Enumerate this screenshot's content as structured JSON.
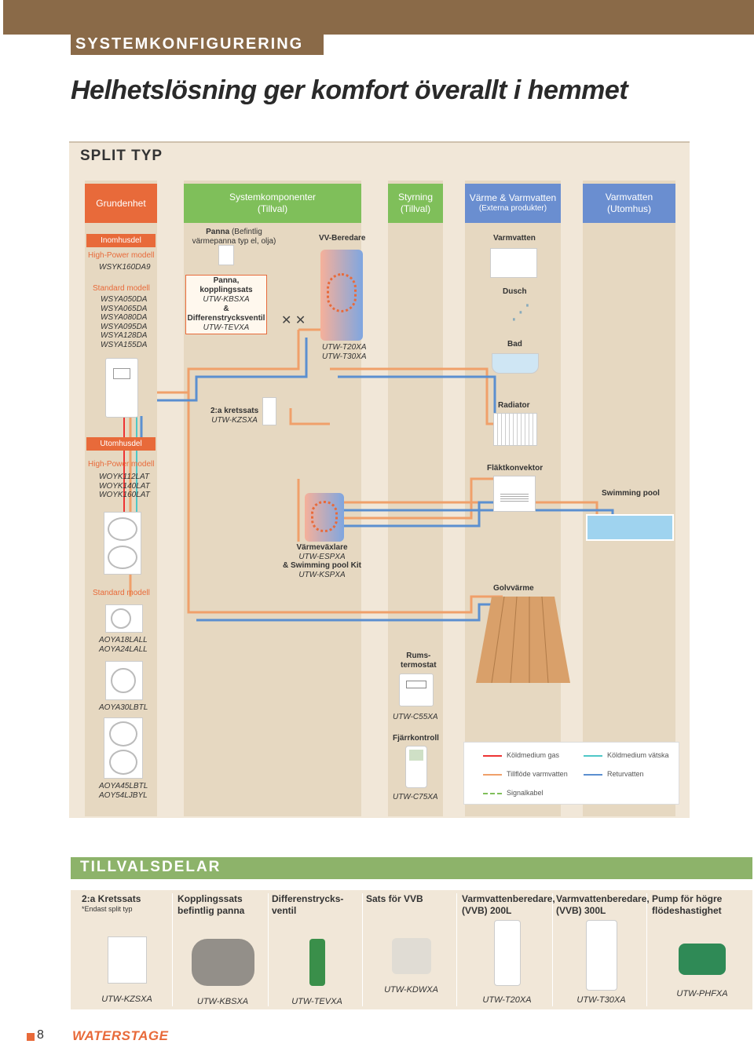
{
  "section": "SYSTEMKONFIGURERING",
  "headline": "Helhetslösning ger komfort överallt i hemmet",
  "split_type": "SPLIT TYP",
  "columns": {
    "c1": "Grundenhet",
    "c2a": "Systemkomponenter",
    "c2b": "(Tillval)",
    "c3a": "Styrning",
    "c3b": "(Tillval)",
    "c4a": "Värme & Varmvatten",
    "c4b": "(Externa produkter)",
    "c5a": "Varmvatten",
    "c5b": "(Utomhus)"
  },
  "indoor": {
    "header": "Inomhusdel",
    "hp_label": "High-Power modell",
    "hp_models": [
      "WSYK160DA9"
    ],
    "std_label": "Standard modell",
    "std_models": [
      "WSYA050DA",
      "WSYA065DA",
      "WSYA080DA",
      "WSYA095DA",
      "WSYA128DA",
      "WSYA155DA"
    ]
  },
  "outdoor": {
    "header": "Utomhusdel",
    "hp_label": "High-Power modell",
    "hp_models": [
      "WOYK112LAT",
      "WOYK140LAT",
      "WOYK160LAT"
    ],
    "std_label": "Standard modell",
    "std_a": [
      "AOYA18LALL",
      "AOYA24LALL"
    ],
    "std_b": "AOYA30LBTL",
    "std_c": [
      "AOYA45LBTL",
      "AOY54LJBYL"
    ]
  },
  "components": {
    "boiler_title": "Panna",
    "boiler_sub": "(Befintlig",
    "boiler_sub2": "värmepanna typ el, olja)",
    "kit_l1": "Panna, kopplingssats",
    "kit_l2": "UTW-KBSXA",
    "kit_l3": "& Differenstrycksventil",
    "kit_l4": "UTW-TEVXA",
    "vv": "VV-Beredare",
    "vv_code1": "UTW-T20XA",
    "vv_code2": "UTW-T30XA",
    "kz_l1": "2:a kretssats",
    "kz_l2": "UTW-KZSXA",
    "hx_l1": "Värmeväxlare",
    "hx_l2": "UTW-ESPXA",
    "hx_l3": "& Swimming pool Kit",
    "hx_l4": "UTW-KSPXA"
  },
  "control": {
    "room_l1": "Rums-",
    "room_l2": "termostat",
    "room_code": "UTW-C55XA",
    "remote": "Fjärrkontroll",
    "remote_code": "UTW-C75XA"
  },
  "external": {
    "hot_water": "Varmvatten",
    "shower": "Dusch",
    "bath": "Bad",
    "radiator": "Radiator",
    "fan": "Fläktkonvektor",
    "pool": "Swimming pool",
    "floor": "Golvvärme"
  },
  "legend": {
    "gas": "Köldmedium gas",
    "liquid": "Köldmedium vätska",
    "supply": "Tillflöde varmvatten",
    "return": "Returvatten",
    "signal": "Signalkabel"
  },
  "options_title": "TILLVALSDELAR",
  "accessories": [
    {
      "t1": "2:a Kretssats",
      "t2": "",
      "note": "*Endast split typ",
      "code": "UTW-KZSXA"
    },
    {
      "t1": "Kopplingssats",
      "t2": "befintlig panna",
      "note": "",
      "code": "UTW-KBSXA"
    },
    {
      "t1": "Differenstrycks-",
      "t2": "ventil",
      "note": "",
      "code": "UTW-TEVXA"
    },
    {
      "t1": "Sats för VVB",
      "t2": "",
      "note": "",
      "code": "UTW-KDWXA"
    },
    {
      "t1": "Varmvattenberedare,",
      "t2": "(VVB) 200L",
      "note": "",
      "code": "UTW-T20XA"
    },
    {
      "t1": "Varmvattenberedare,",
      "t2": "(VVB) 300L",
      "note": "",
      "code": "UTW-T30XA"
    },
    {
      "t1": "Pump för högre",
      "t2": "flödeshastighet",
      "note": "",
      "code": "UTW-PHFXA"
    }
  ],
  "page_number": "8",
  "brand": "WATERSTAGE",
  "colors": {
    "brown": "#8a6a48",
    "orange": "#e86a3a",
    "green": "#7fbf5a",
    "blue": "#6a8ed0",
    "accent_green": "#8db36a"
  }
}
